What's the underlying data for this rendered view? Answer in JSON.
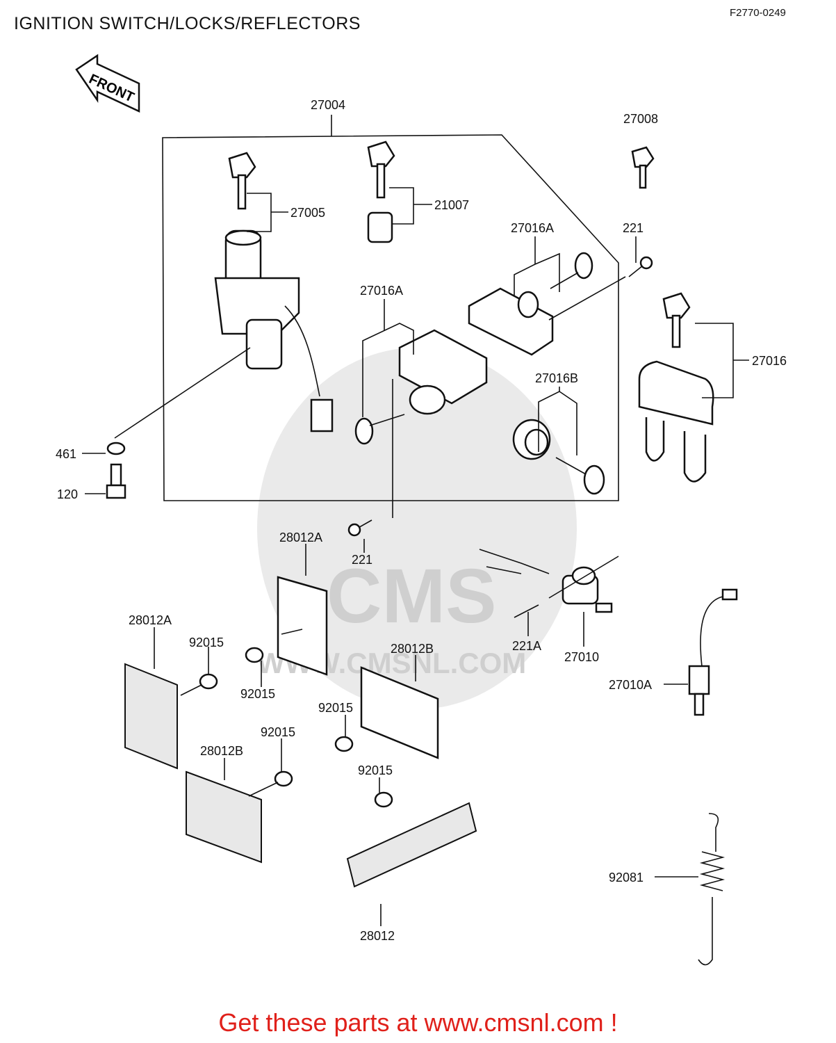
{
  "header": {
    "title": "IGNITION SWITCH/LOCKS/REFLECTORS",
    "code": "F2770-0249"
  },
  "front_label": "FRONT",
  "watermark": {
    "brand": "CMS",
    "url": "WWW.CMSNL.COM"
  },
  "parts": {
    "p27004": "27004",
    "p27005": "27005",
    "p21007": "21007",
    "p27008": "27008",
    "p27016A_1": "27016A",
    "p27016A_2": "27016A",
    "p221_1": "221",
    "p221_2": "221",
    "p27016": "27016",
    "p27016B": "27016B",
    "p461": "461",
    "p120": "120",
    "p28012A_1": "28012A",
    "p28012A_2": "28012A",
    "p92015_1": "92015",
    "p92015_2": "92015",
    "p92015_3": "92015",
    "p92015_4": "92015",
    "p92015_5": "92015",
    "p28012B_1": "28012B",
    "p28012B_2": "28012B",
    "p28012": "28012",
    "p221A": "221A",
    "p27010": "27010",
    "p27010A": "27010A",
    "p92081": "92081"
  },
  "footer": {
    "text": "Get these parts at www.cmsnl.com !"
  },
  "colors": {
    "footer": "#e0201a",
    "line": "#111111"
  }
}
